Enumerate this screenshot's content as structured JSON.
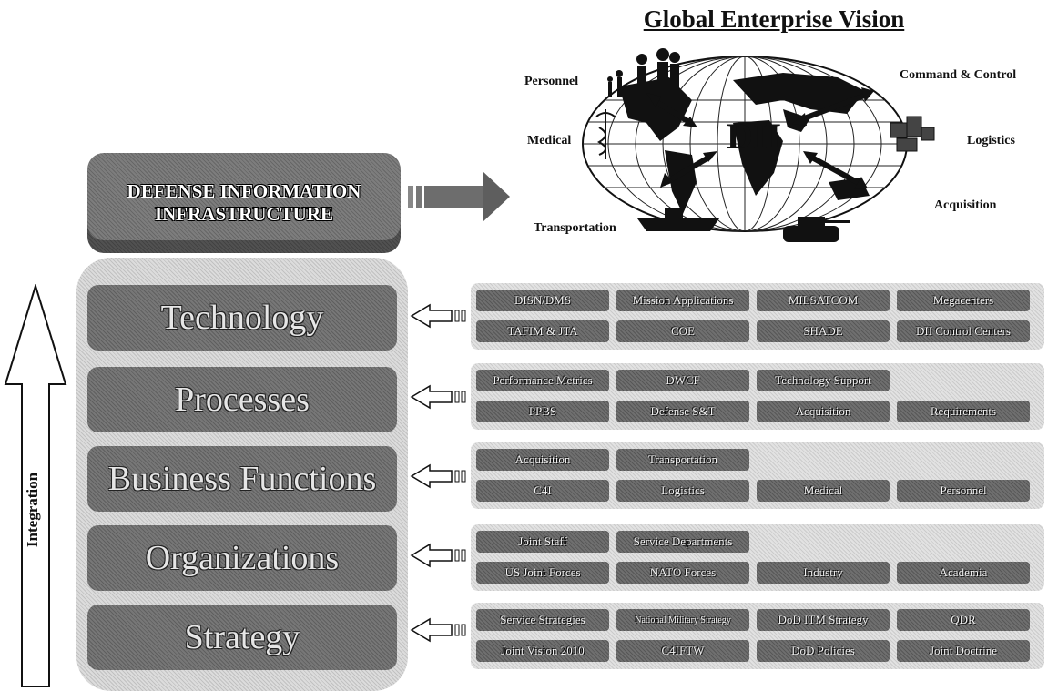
{
  "title": "Global Enterprise Vision",
  "globe": {
    "center_label": "DII",
    "labels": {
      "personnel": "Personnel",
      "medical": "Medical",
      "transportation": "Transportation",
      "command_control": "Command & Control",
      "logistics": "Logistics",
      "acquisition": "Acquisition"
    }
  },
  "dii_box": {
    "line1": "DEFENSE INFORMATION",
    "line2": "INFRASTRUCTURE"
  },
  "integration_label": "Integration",
  "layers": [
    {
      "label": "Technology",
      "row1": [
        "DISN/DMS",
        "Mission Applications",
        "MILSATCOM",
        "Megacenters"
      ],
      "row2": [
        "TAFIM & JTA",
        "COE",
        "SHADE",
        "DII Control Centers"
      ]
    },
    {
      "label": "Processes",
      "row1": [
        "Performance Metrics",
        "DWCF",
        "Technology Support"
      ],
      "row2": [
        "PPBS",
        "Defense S&T",
        "Acquisition",
        "Requirements"
      ]
    },
    {
      "label": "Business Functions",
      "row1": [
        "Acquisition",
        "Transportation"
      ],
      "row2": [
        "C4I",
        "Logistics",
        "Medical",
        "Personnel"
      ]
    },
    {
      "label": "Organizations",
      "row1": [
        "Joint Staff",
        "Service Departments"
      ],
      "row2": [
        "US Joint Forces",
        "NATO Forces",
        "Industry",
        "Academia"
      ]
    },
    {
      "label": "Strategy",
      "row1": [
        "Service Strategies",
        "National Military Strategy",
        "DoD ITM Strategy",
        "QDR"
      ],
      "row2": [
        "Joint Vision 2010",
        "C4IFTW",
        "DoD Policies",
        "Joint Doctrine"
      ]
    }
  ]
}
